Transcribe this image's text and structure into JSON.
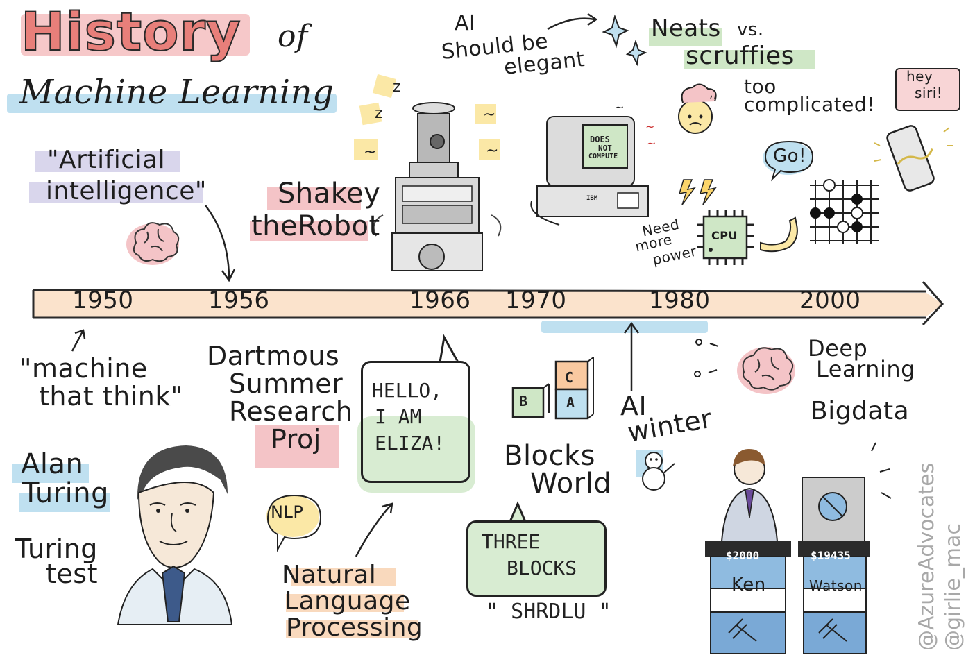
{
  "title": {
    "history": "History",
    "of": "of",
    "subtitle": "Machine Learning"
  },
  "timeline": {
    "years": [
      "1950",
      "1956",
      "1966",
      "1970",
      "1980",
      "2000"
    ]
  },
  "top_notes": {
    "ai_term_line1": "\"Artificial",
    "ai_term_line2": "intelligence\"",
    "shakey_line1": "Shakey",
    "shakey_line2": "theRobot",
    "ai_elegant_line1": "AI",
    "ai_elegant_line2": "Should be",
    "ai_elegant_line3": "elegant",
    "neats": "Neats",
    "vs": "vs.",
    "scruffies": "scruffies",
    "too_complicated_line1": "too",
    "too_complicated_line2": "complicated!",
    "does_not_compute_line1": "DOES",
    "does_not_compute_line2": "NOT",
    "does_not_compute_line3": "COMPUTE",
    "ibm": "IBM",
    "need_more_power_line1": "Need",
    "need_more_power_line2": "more",
    "need_more_power_line3": "power",
    "cpu": "CPU",
    "go": "Go!",
    "hey_siri_line1": "hey",
    "hey_siri_line2": "siri!"
  },
  "bottom_notes": {
    "machine_think_line1": "\"machine",
    "machine_think_line2": "that think\"",
    "dartmouth_line1": "Dartmous",
    "dartmouth_line2": "Summer",
    "dartmouth_line3": "Research",
    "dartmouth_line4": "Proj",
    "eliza_line1": "HELLO,",
    "eliza_line2": "I AM",
    "eliza_line3": "ELIZA!",
    "block_b": "B",
    "block_c": "C",
    "block_a": "A",
    "blocks_world_line1": "Blocks",
    "blocks_world_line2": "World",
    "ai_winter_line1": "AI",
    "ai_winter_line2": "winter",
    "deep_learning_line1": "Deep",
    "deep_learning_line2": "Learning",
    "big_data": "Bigdata",
    "alan_turing_line1": "Alan",
    "alan_turing_line2": "Turing",
    "turing_test_line1": "Turing",
    "turing_test_line2": "test",
    "nlp": "NLP",
    "nlp_full_line1": "Natural",
    "nlp_full_line2": "Language",
    "nlp_full_line3": "Processing",
    "three_blocks_line1": "THREE",
    "three_blocks_line2": "BLOCKS",
    "shrdlu": "\" SHRDLU \"",
    "ken_score": "$2000",
    "watson_score": "$19435",
    "ken": "Ken",
    "watson": "Watson"
  },
  "credits": {
    "line1": "@AzureAdvocates",
    "line2": "@girlie_mac"
  },
  "colors": {
    "pink": "#f4c4c7",
    "blue": "#bfe0f0",
    "orange": "#f9d9bd",
    "lavender": "#d9d6ec",
    "green": "#cfe7c6",
    "yellow": "#fbe8a6",
    "title_red": "#e87f7a"
  }
}
